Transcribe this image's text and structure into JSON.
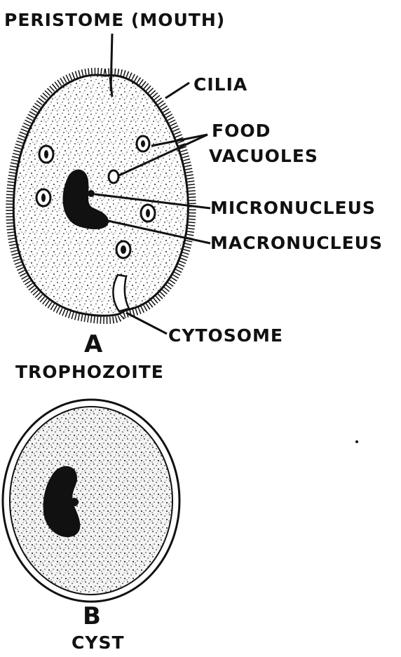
{
  "figure_a": {
    "letter": "A",
    "title": "TROPHOZOITE",
    "labels": {
      "peristome": "PERISTOME (MOUTH)",
      "cilia": "CILIA",
      "food_vacuoles_line1": "FOOD",
      "food_vacuoles_line2": "VACUOLES",
      "micronucleus": "MICRONUCLEUS",
      "macronucleus": "MACRONUCLEUS",
      "cytosome": "CYTOSOME"
    }
  },
  "figure_b": {
    "letter": "B",
    "title": "CYST"
  },
  "colors": {
    "ink": "#111111",
    "background": "#ffffff"
  }
}
